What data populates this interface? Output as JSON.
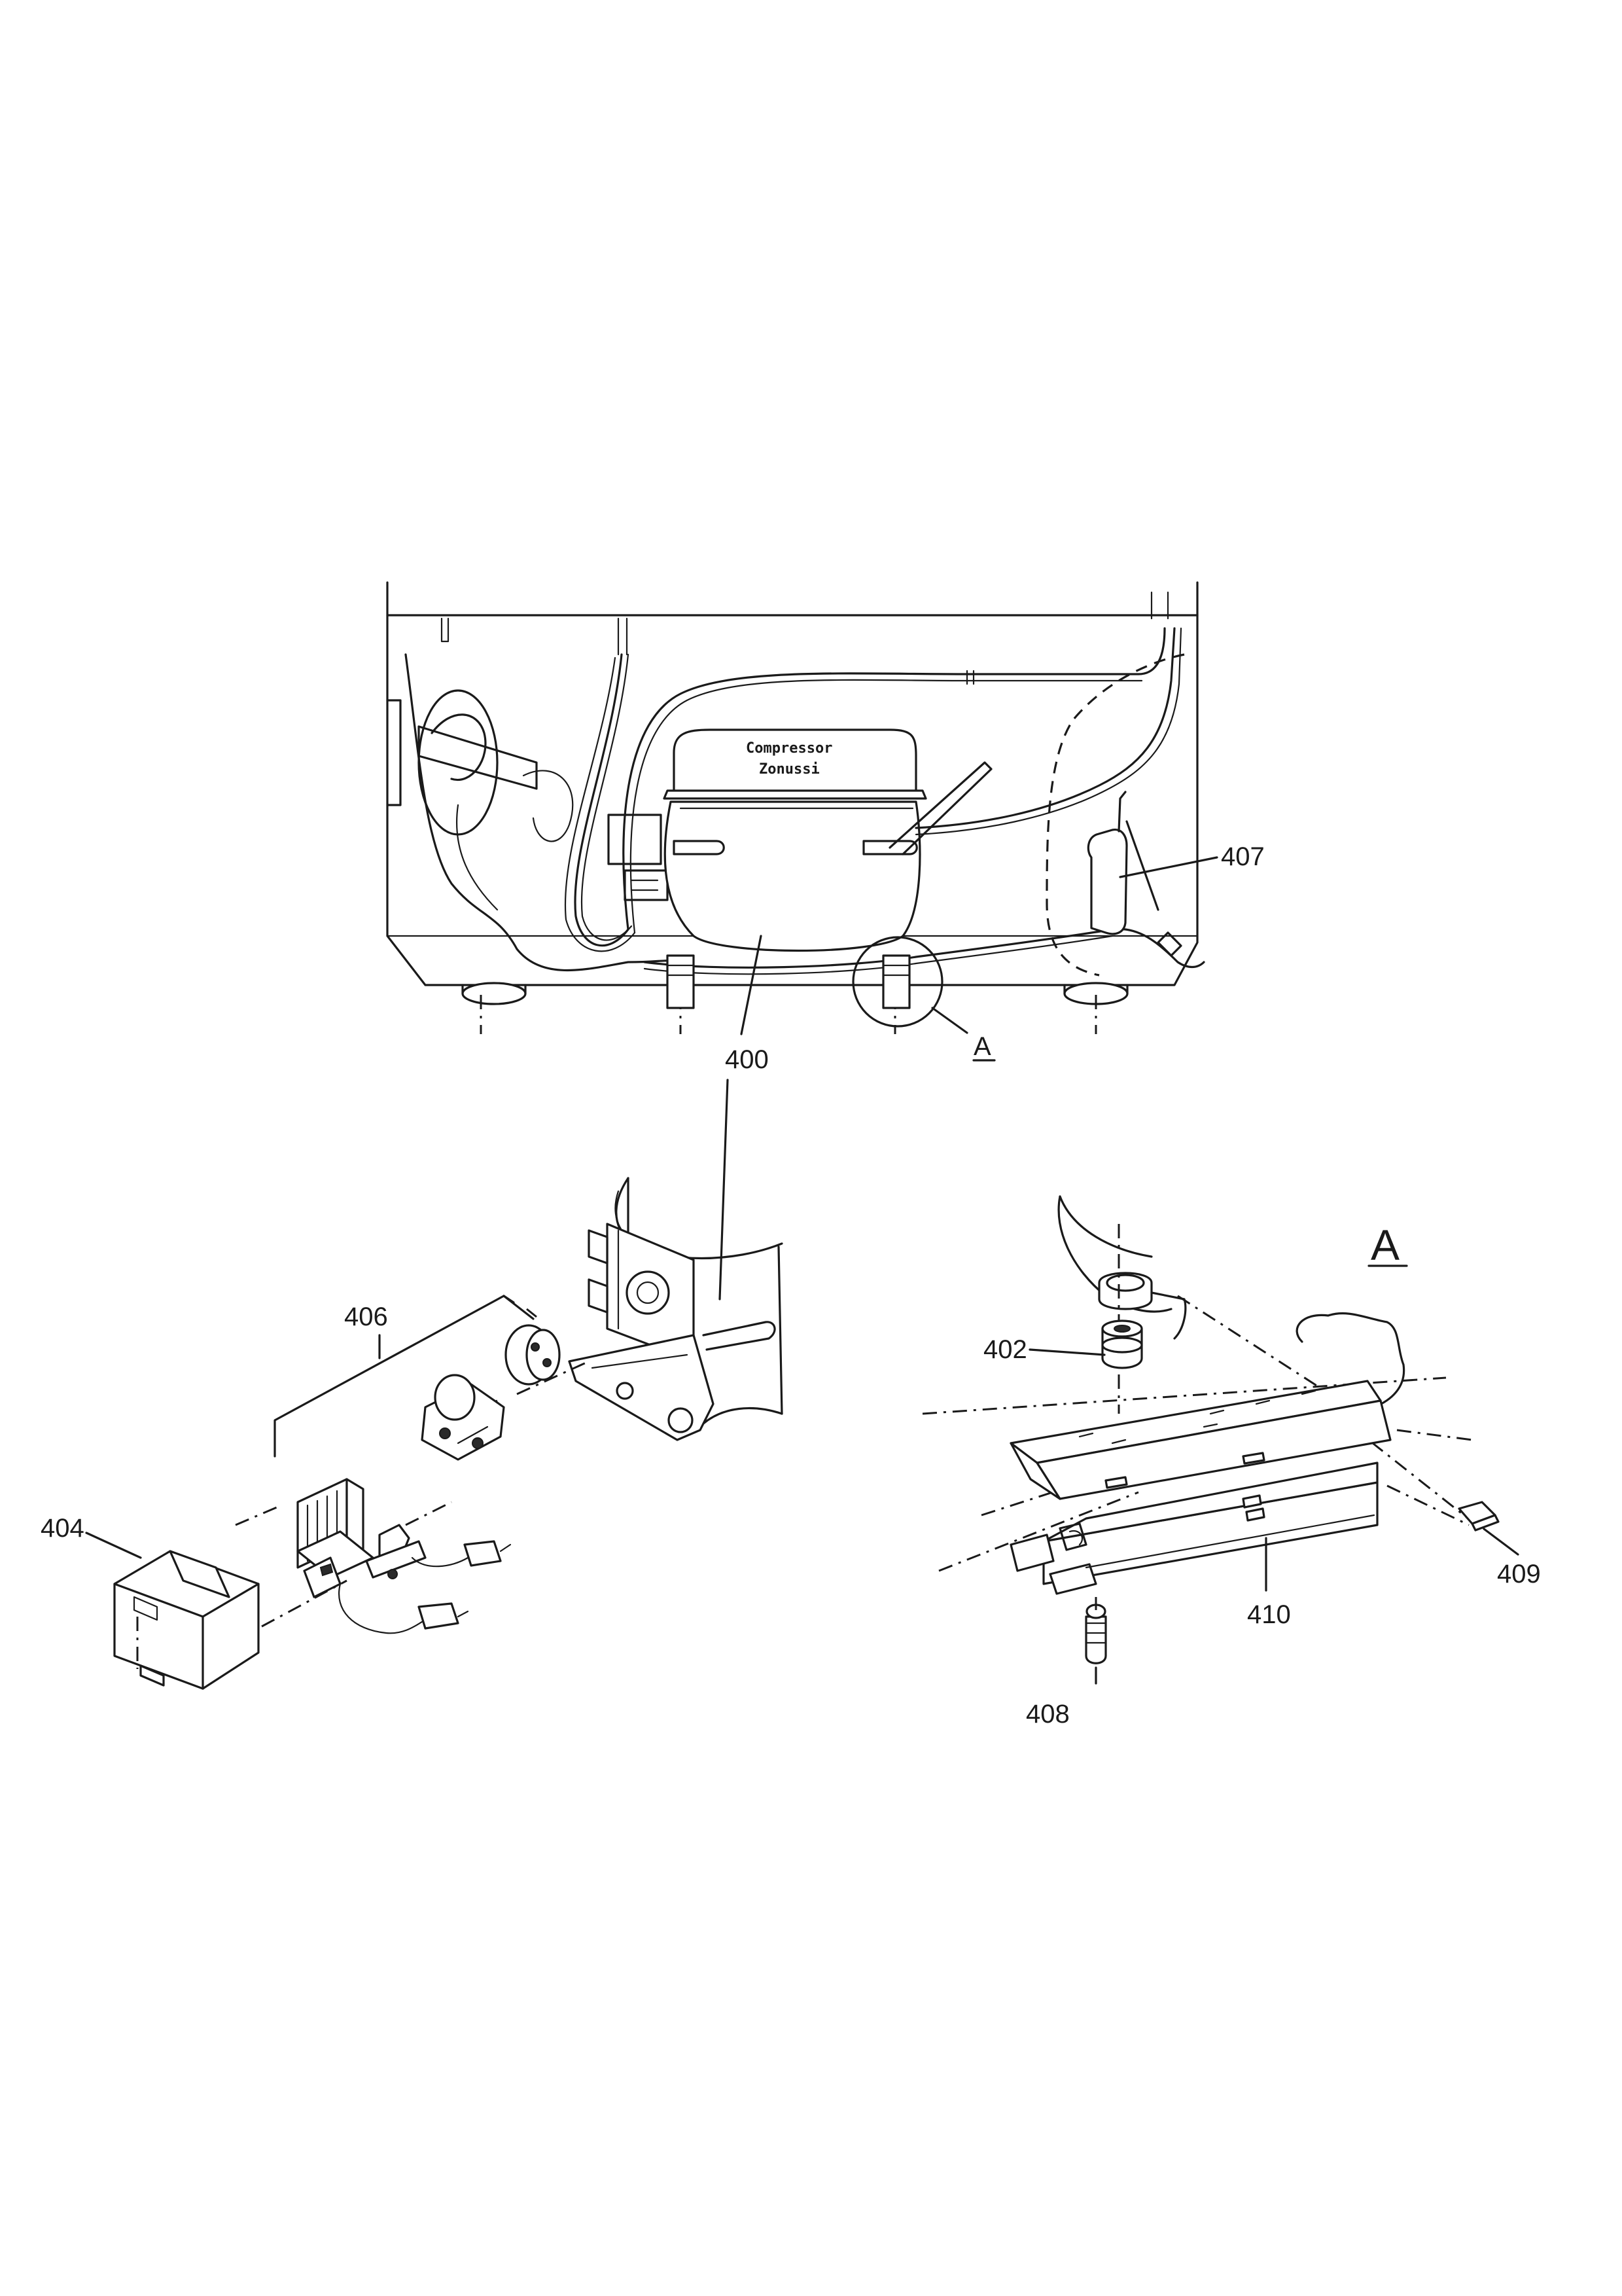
{
  "compressor_text": {
    "line1": "Compressor",
    "line2": "Zonussi"
  },
  "callouts": {
    "p400": "400",
    "p402": "402",
    "p404": "404",
    "p406": "406",
    "p407": "407",
    "p408": "408",
    "p409": "409",
    "p410": "410"
  },
  "detail": {
    "ref_small": "A",
    "ref_large": "A"
  }
}
